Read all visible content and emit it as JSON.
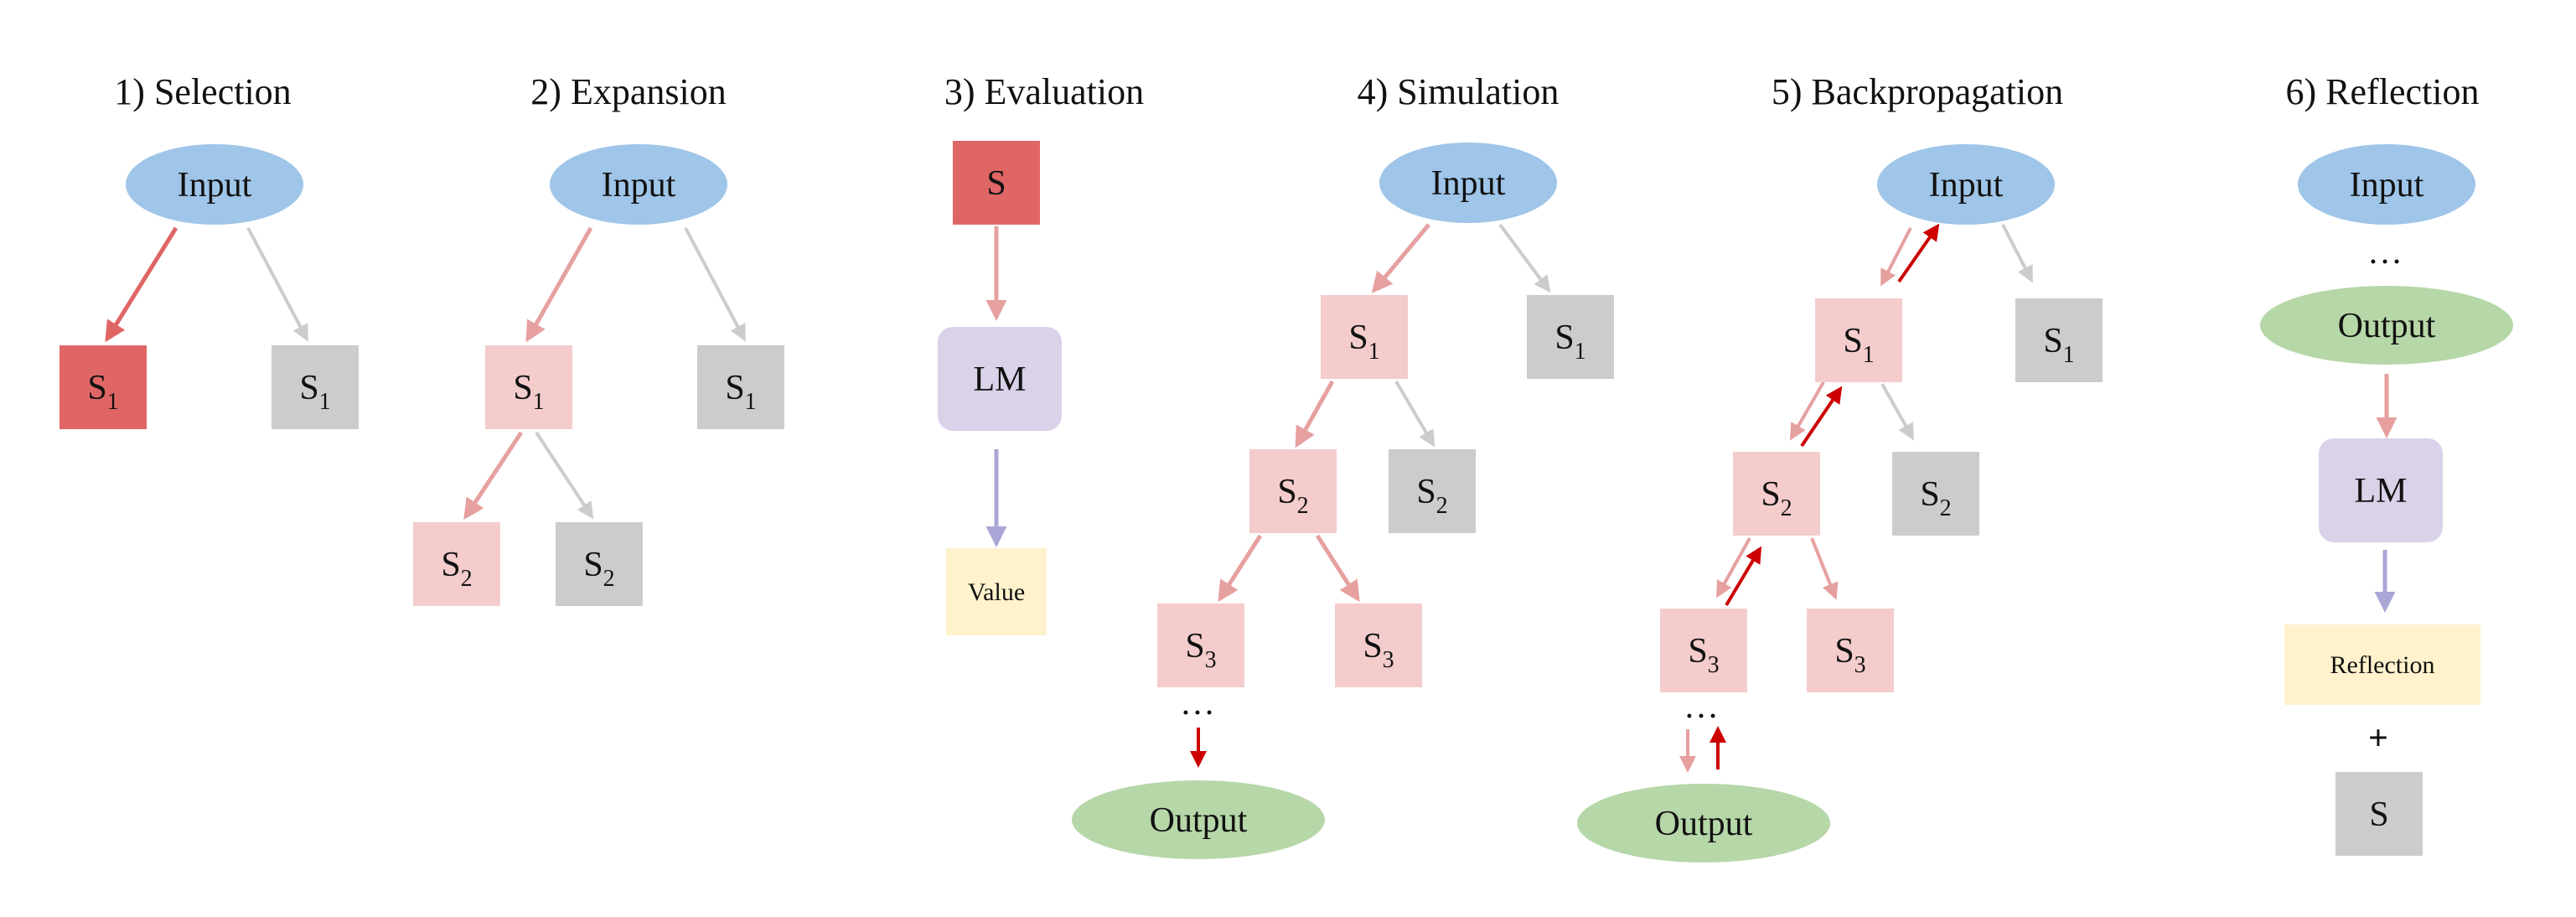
{
  "colors": {
    "input": "#9fc5e8",
    "output": "#b6d7a8",
    "selected": "#e06666",
    "expanded": "#f4cccc",
    "unexplored": "#cccccc",
    "lm": "#d9d2e9",
    "value": "#fff2cc",
    "arrow_red": "#e06666",
    "arrow_pink": "#e6a0a0",
    "arrow_gray": "#cccccc",
    "arrow_dark": "#cc0000",
    "arrow_purple": "#aaa7d6"
  },
  "panels": [
    {
      "title": "1) Selection",
      "nodes": [
        {
          "text": "Input",
          "color": "input"
        },
        {
          "text": "S",
          "sub": "1",
          "color": "selected"
        },
        {
          "text": "S",
          "sub": "1",
          "color": "unexplored"
        }
      ]
    },
    {
      "title": "2) Expansion",
      "nodes": [
        {
          "text": "Input",
          "color": "input"
        },
        {
          "text": "S",
          "sub": "1",
          "color": "expanded"
        },
        {
          "text": "S",
          "sub": "1",
          "color": "unexplored"
        },
        {
          "text": "S",
          "sub": "2",
          "color": "expanded"
        },
        {
          "text": "S",
          "sub": "2",
          "color": "unexplored"
        }
      ]
    },
    {
      "title": "3) Evaluation",
      "nodes": [
        {
          "text": "S",
          "sub": "",
          "color": "selected"
        },
        {
          "text": "LM",
          "color": "lm"
        },
        {
          "text": "Value",
          "color": "value"
        }
      ]
    },
    {
      "title": "4) Simulation",
      "nodes": [
        {
          "text": "Input",
          "color": "input"
        },
        {
          "text": "S",
          "sub": "1",
          "color": "expanded"
        },
        {
          "text": "S",
          "sub": "1",
          "color": "unexplored"
        },
        {
          "text": "S",
          "sub": "2",
          "color": "expanded"
        },
        {
          "text": "S",
          "sub": "2",
          "color": "unexplored"
        },
        {
          "text": "S",
          "sub": "3",
          "color": "expanded"
        },
        {
          "text": "S",
          "sub": "3",
          "color": "expanded"
        },
        {
          "text": "…",
          "color": "none"
        },
        {
          "text": "Output",
          "color": "output"
        }
      ]
    },
    {
      "title": "5) Backpropagation",
      "nodes": [
        {
          "text": "Input",
          "color": "input"
        },
        {
          "text": "S",
          "sub": "1",
          "color": "expanded"
        },
        {
          "text": "S",
          "sub": "1",
          "color": "unexplored"
        },
        {
          "text": "S",
          "sub": "2",
          "color": "expanded"
        },
        {
          "text": "S",
          "sub": "2",
          "color": "unexplored"
        },
        {
          "text": "S",
          "sub": "3",
          "color": "expanded"
        },
        {
          "text": "S",
          "sub": "3",
          "color": "expanded"
        },
        {
          "text": "…",
          "color": "none"
        },
        {
          "text": "Output",
          "color": "output"
        }
      ]
    },
    {
      "title": "6) Reflection",
      "nodes": [
        {
          "text": "Input",
          "color": "input"
        },
        {
          "text": "…",
          "color": "none"
        },
        {
          "text": "Output",
          "color": "output"
        },
        {
          "text": "LM",
          "color": "lm"
        },
        {
          "text": "Reflection",
          "color": "value"
        },
        {
          "text": "+",
          "color": "none"
        },
        {
          "text": "S",
          "sub": "",
          "color": "unexplored"
        }
      ]
    }
  ]
}
